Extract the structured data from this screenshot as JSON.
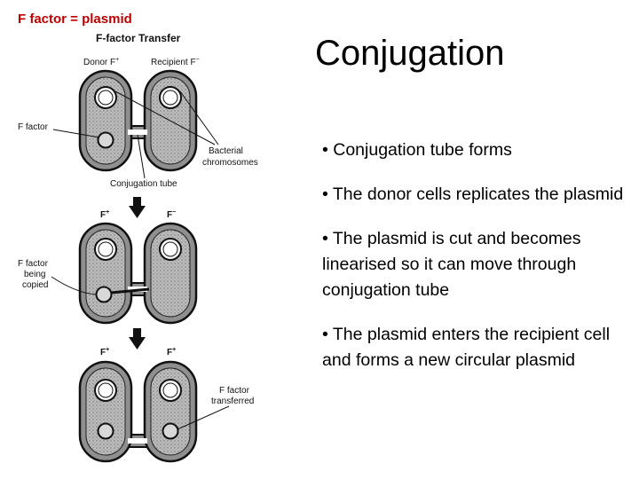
{
  "corner_note": "F factor = plasmid",
  "title": "Conjugation",
  "bullets": [
    "• Conjugation tube forms",
    "• The donor cells replicates the plasmid",
    "• The plasmid is cut and becomes linearised so it can move through conjugation tube",
    "• The plasmid enters the recipient cell and forms a new circular plasmid"
  ],
  "figure": {
    "title": "F-factor Transfer",
    "stage1": {
      "donor": "Donor F",
      "donor_sup": "+",
      "recipient": "Recipient F",
      "recipient_sup": "−",
      "f_factor": "F factor",
      "chromosomes_line1": "Bacterial",
      "chromosomes_line2": "chromosomes",
      "tube": "Conjugation tube"
    },
    "stage2": {
      "left_sign": "F",
      "left_sup": "+",
      "right_sign": "F",
      "right_sup": "−",
      "copied_line1": "F factor",
      "copied_line2": "being",
      "copied_line3": "copied"
    },
    "stage3": {
      "left_sign": "F",
      "left_sup": "+",
      "right_sign": "F",
      "right_sup": "+",
      "transferred_line1": "F factor",
      "transferred_line2": "transferred"
    }
  }
}
